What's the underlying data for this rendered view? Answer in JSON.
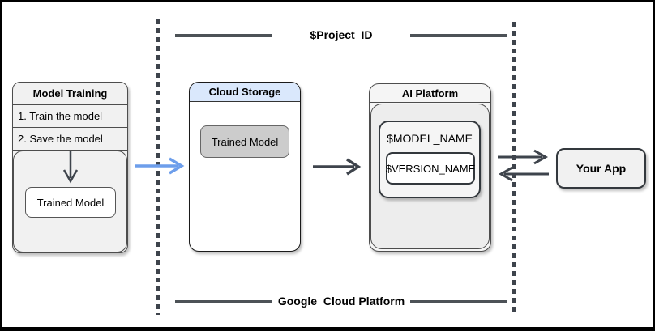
{
  "diagram": {
    "boundary": {
      "top_label": "$Project_ID",
      "bottom_label": "Google  Cloud Platform"
    },
    "model_training": {
      "title": "Model Training",
      "steps": [
        "1. Train the model",
        "2. Save the model"
      ],
      "artifact": "Trained Model"
    },
    "cloud_storage": {
      "title": "Cloud Storage",
      "artifact": "Trained Model"
    },
    "ai_platform": {
      "title": "AI Platform",
      "model_name": "$MODEL_NAME",
      "version_name": "$VERSION_NAME"
    },
    "your_app": {
      "title": "Your App"
    }
  },
  "colors": {
    "dark": "#3e444c",
    "accent_blue": "#6d9eeb",
    "header_blue": "#dae8fc",
    "rule_gray": "#4d5257",
    "light_fill": "#f1f1f1",
    "gray_fill": "#cccccc"
  }
}
